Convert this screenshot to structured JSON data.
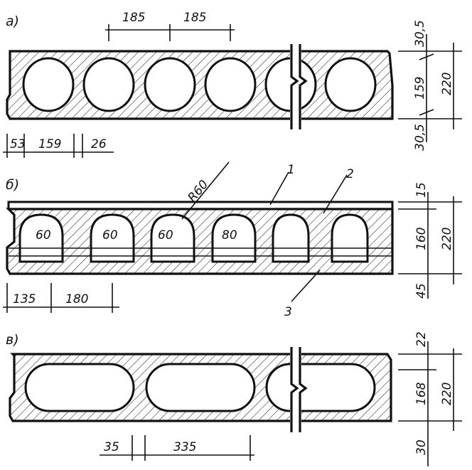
{
  "sections": {
    "a": {
      "label": "а)",
      "top_dims": [
        "185",
        "185"
      ],
      "bottom_dims": [
        "53",
        "159",
        "26"
      ],
      "side_dims": [
        "30,5",
        "159",
        "30,5"
      ],
      "total": "220"
    },
    "b": {
      "label": "б)",
      "radius": "R60",
      "callouts": [
        "1",
        "2",
        "3"
      ],
      "void_dims": [
        "60",
        "60",
        "60",
        "80"
      ],
      "bottom_dims": [
        "135",
        "180"
      ],
      "side_dims": [
        "15",
        "160",
        "45"
      ],
      "total": "220"
    },
    "c": {
      "label": "в)",
      "bottom_dims": [
        "35",
        "335"
      ],
      "side_dims": [
        "22",
        "168",
        "30"
      ],
      "total": "220"
    }
  },
  "colors": {
    "ink": "#111111",
    "paper": "#ffffff"
  }
}
